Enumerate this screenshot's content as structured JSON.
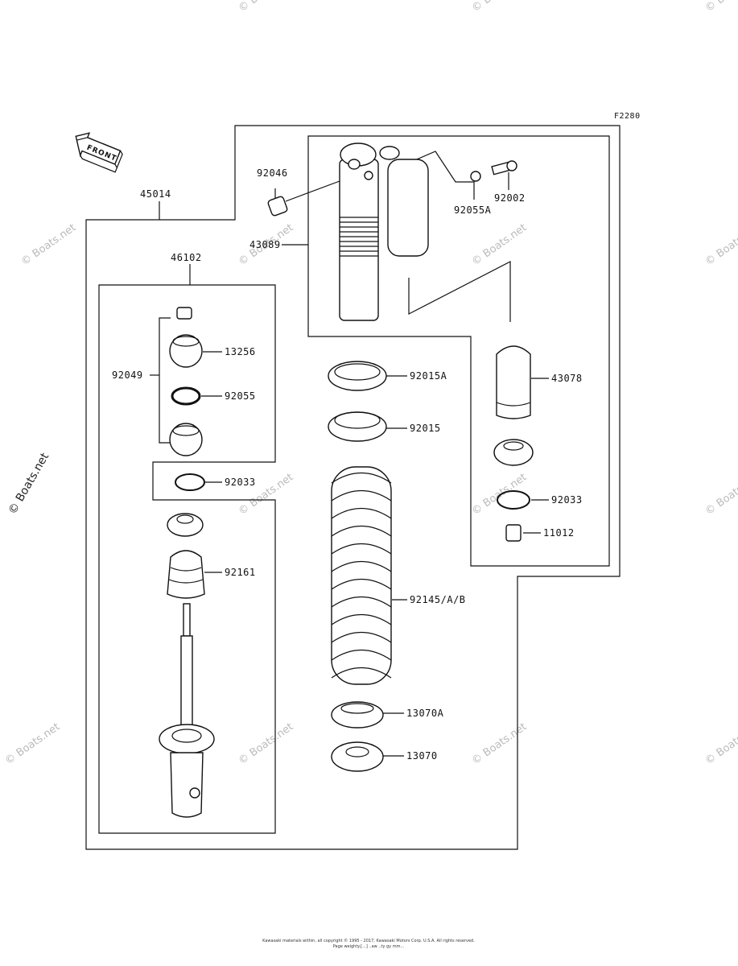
{
  "figure_code": "F2280",
  "front_label": "FRONT",
  "watermark": "© Boats.net",
  "copyright_lines": [
    "Kawasaki materials within, all copyright © 1995 - 2017, Kawasaki Motors Corp. U.S.A. All rights reserved.",
    "Page weighty.[...] ..aw ..ty gy mm..."
  ],
  "callouts": {
    "assy": "45014",
    "subassy": "46102",
    "c92046": "92046",
    "c43089": "43089",
    "c92055A": "92055A",
    "c92002": "92002",
    "c13256": "13256",
    "c92049": "92049",
    "c92055": "92055",
    "c92033a": "92033",
    "c92161": "92161",
    "c92015A": "92015A",
    "c92015": "92015",
    "c92145": "92145/A/B",
    "c13070A": "13070A",
    "c13070": "13070",
    "c43078": "43078",
    "c92033b": "92033",
    "c11012": "11012"
  }
}
